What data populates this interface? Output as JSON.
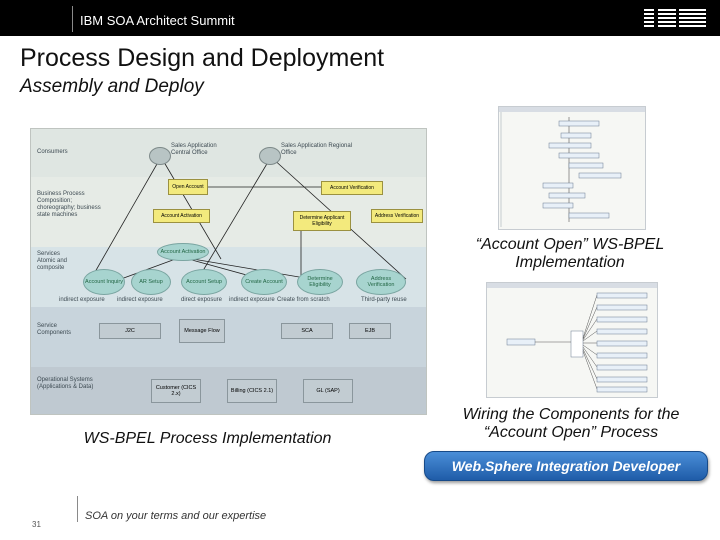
{
  "header": {
    "brand": "IBM SOA Architect Summit"
  },
  "title": "Process Design and Deployment",
  "subtitle": "Assembly and Deploy",
  "diagram": {
    "consumers": "Consumers",
    "office_general": "Sales Application Central Office",
    "office_regional": "Sales Application Regional Office",
    "business_process": "Business Process Composition; choreography; business state machines",
    "open_account": "Open Account",
    "account_verification": "Account Verification",
    "account_activation_box": "Account Activation",
    "determine_eligibility_box": "Determine Applicant Eligibility",
    "address_verification_box": "Address Verification",
    "services": "Services Atomic and composite",
    "account_activation_node": "Account Activation",
    "account_inquiry": "Account Inquiry",
    "ar_setup": "AR Setup",
    "account_setup": "Account Setup",
    "create_account": "Create Account",
    "determine_eligibility": "Determine Eligibility",
    "address_verification": "Address Verification",
    "exp_indirect1": "indirect exposure",
    "exp_indirect2": "indirect exposure",
    "exp_direct": "direct exposure",
    "exp_indirect3": "indirect exposure",
    "exp_scratch": "Create from scratch",
    "exp_third": "Third-party reuse",
    "service_components": "Service Components",
    "j2c": "J2C",
    "message_flow": "Message Flow",
    "sca": "SCA",
    "ejb": "EJB",
    "operational_systems": "Operational Systems (Applications & Data)",
    "customer": "Customer (CICS 2.x)",
    "billing": "Billing (CICS 2.1)",
    "gl": "GL (SAP)"
  },
  "captions": {
    "bpel_title": "“Account Open” WS-BPEL Implementation",
    "bpel_process": "WS-BPEL Process Implementation",
    "wiring": "Wiring the Components for the “Account Open” Process"
  },
  "button": {
    "label": "Web.Sphere Integration Developer"
  },
  "footer": {
    "page": "31",
    "tagline": "SOA on your terms and our expertise"
  },
  "colors": {
    "ibm_blue": "#1f5ca8",
    "node_teal": "#a7d4cf",
    "box_yellow": "#f3ea7d"
  }
}
